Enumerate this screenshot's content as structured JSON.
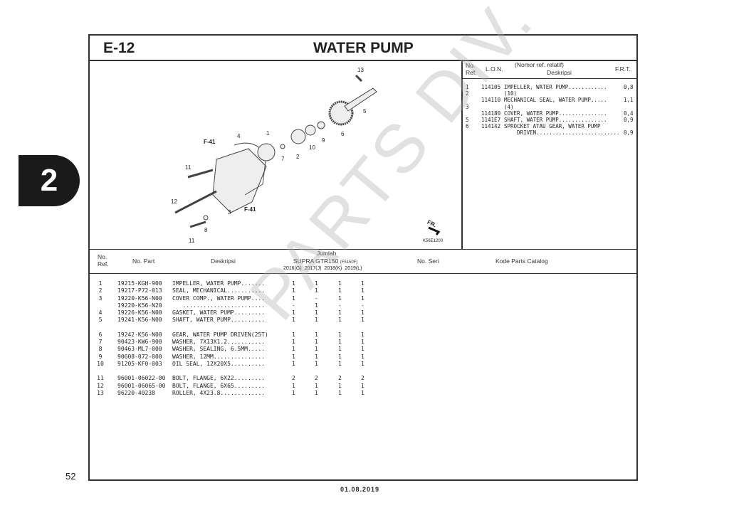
{
  "section_tab": "2",
  "page_number": "52",
  "footer_date": "01.08.2019",
  "header": {
    "code": "E-12",
    "title": "WATER PUMP"
  },
  "watermark": "PARTS DIV.",
  "diagram": {
    "labels": [
      "13",
      "5",
      "6",
      "9",
      "10",
      "2",
      "1",
      "7",
      "4",
      "F-41",
      "11",
      "12",
      "3",
      "F-41",
      "8",
      "11"
    ],
    "front_marker": "FR.",
    "figure_code": "K56E1200"
  },
  "frt_table": {
    "headers": {
      "no_ref": "No.\nRef.",
      "lon": "L.O.N.",
      "desc_top": "(Nomor ref. relatif)",
      "desc": "Deskripsi",
      "frt": "F.R.T."
    },
    "lines": [
      {
        "ref": "1",
        "lon": "114105",
        "desc": "IMPELLER, WATER PUMP............",
        "frt": "0,8"
      },
      {
        "ref": "2",
        "lon": "",
        "desc": "(10)",
        "frt": ""
      },
      {
        "ref": "",
        "lon": "114110",
        "desc": "MECHANICAL SEAL, WATER PUMP.....",
        "frt": "1,1"
      },
      {
        "ref": "3",
        "lon": "",
        "desc": "(4)",
        "frt": ""
      },
      {
        "ref": "",
        "lon": "114180",
        "desc": "COVER, WATER PUMP...............",
        "frt": "0,4"
      },
      {
        "ref": "5",
        "lon": "1141E7",
        "desc": "SHAFT, WATER PUMP...............",
        "frt": "0,9"
      },
      {
        "ref": "6",
        "lon": "114142",
        "desc": "SPROCKET ATAU GEAR, WATER PUMP",
        "frt": ""
      },
      {
        "ref": "",
        "lon": "",
        "desc": "    DRIVEN..........................",
        "frt": "0,9"
      }
    ]
  },
  "parts_table": {
    "headers": {
      "no_ref": "No.\nRef.",
      "no_part": "No. Part",
      "desc": "Deskripsi",
      "jumlah": "Jumlah",
      "model": "SUPRA GTR150",
      "model_code": "(F5150F)",
      "years": [
        "2016(G)",
        "2017(J)",
        "2018(K)",
        "2019(L)"
      ],
      "no_seri": "No. Seri",
      "kode": "Kode Parts Catalog"
    },
    "rows": [
      {
        "ref": "1",
        "part": "19215-KGH-900",
        "desc": "IMPELLER, WATER PUMP.......",
        "qty": [
          "1",
          "1",
          "1",
          "1"
        ]
      },
      {
        "ref": "2",
        "part": "19217-P72-013",
        "desc": "SEAL, MECHANICAL...........",
        "qty": [
          "1",
          "1",
          "1",
          "1"
        ]
      },
      {
        "ref": "3",
        "part": "19220-K56-N00",
        "desc": "COVER COMP., WATER PUMP....",
        "qty": [
          "1",
          "-",
          "1",
          "1"
        ]
      },
      {
        "ref": "",
        "part": "19220-K56-N20",
        "desc": "   ........................",
        "qty": [
          "-",
          "1",
          "-",
          "-"
        ]
      },
      {
        "ref": "4",
        "part": "19226-K56-N00",
        "desc": "GASKET, WATER PUMP.........",
        "qty": [
          "1",
          "1",
          "1",
          "1"
        ]
      },
      {
        "ref": "5",
        "part": "19241-K56-N00",
        "desc": "SHAFT, WATER PUMP..........",
        "qty": [
          "1",
          "1",
          "1",
          "1"
        ]
      },
      {
        "ref": "6",
        "part": "19242-K56-N00",
        "desc": "GEAR, WATER PUMP DRIVEN(25T)",
        "qty": [
          "1",
          "1",
          "1",
          "1"
        ]
      },
      {
        "ref": "7",
        "part": "90423-KW6-900",
        "desc": "WASHER, 7X13X1.2...........",
        "qty": [
          "1",
          "1",
          "1",
          "1"
        ]
      },
      {
        "ref": "8",
        "part": "90463-ML7-000",
        "desc": "WASHER, SEALING, 6.5MM.....",
        "qty": [
          "1",
          "1",
          "1",
          "1"
        ]
      },
      {
        "ref": "9",
        "part": "90608-072-000",
        "desc": "WASHER, 12MM...............",
        "qty": [
          "1",
          "1",
          "1",
          "1"
        ]
      },
      {
        "ref": "10",
        "part": "91205-KF0-003",
        "desc": "OIL SEAL, 12X20X5..........",
        "qty": [
          "1",
          "1",
          "1",
          "1"
        ]
      },
      {
        "ref": "11",
        "part": "96001-06022-00",
        "desc": "BOLT, FLANGE, 6X22.........",
        "qty": [
          "2",
          "2",
          "2",
          "2"
        ]
      },
      {
        "ref": "12",
        "part": "96001-06065-00",
        "desc": "BOLT, FLANGE, 6X65.........",
        "qty": [
          "1",
          "1",
          "1",
          "1"
        ]
      },
      {
        "ref": "13",
        "part": "96220-40238",
        "desc": "ROLLER, 4X23.8.............",
        "qty": [
          "1",
          "1",
          "1",
          "1"
        ]
      }
    ]
  }
}
